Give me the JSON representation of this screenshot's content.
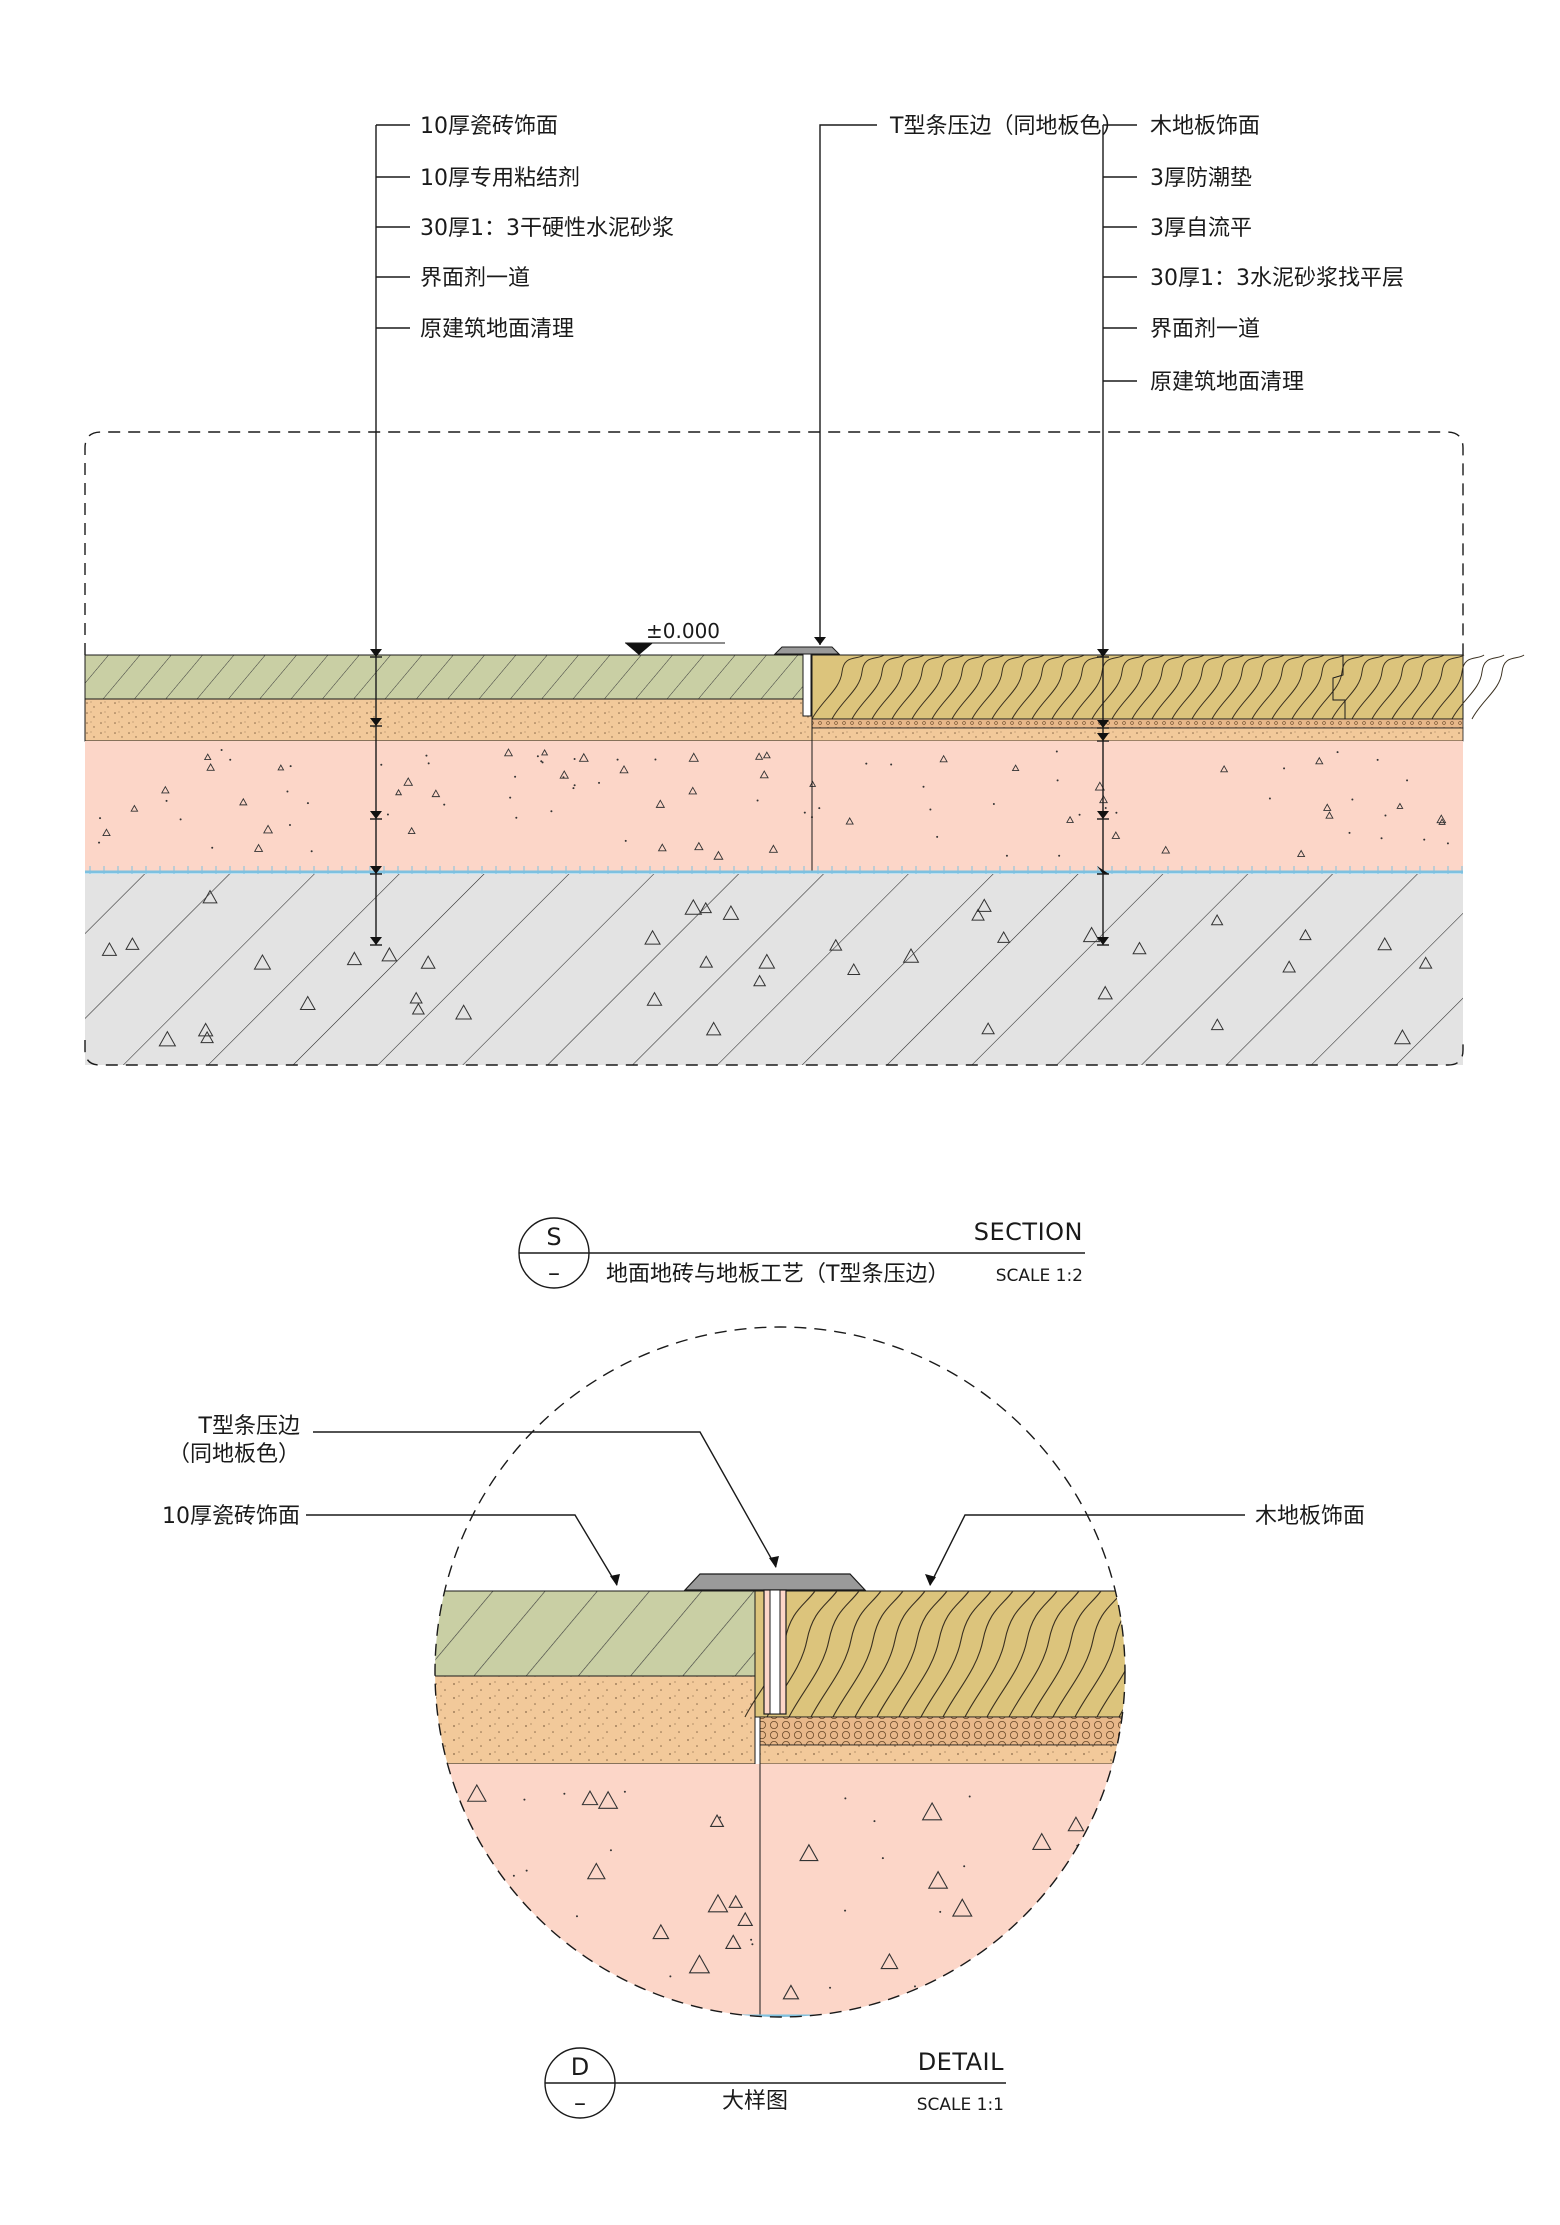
{
  "section": {
    "left_callouts": [
      "10厚瓷砖饰面",
      "10厚专用粘结剂",
      "30厚1：3干硬性水泥砂浆",
      "界面剂一道",
      "原建筑地面清理"
    ],
    "middle_callout": "T型条压边（同地板色）",
    "right_callouts": [
      "木地板饰面",
      "3厚防潮垫",
      "3厚自流平",
      "30厚1：3水泥砂浆找平层",
      "界面剂一道",
      "原建筑地面清理"
    ],
    "elevation_mark": "±0.000"
  },
  "section_tag": {
    "letter": "S",
    "sheet": "–",
    "title_en": "SECTION",
    "title_cn": "地面地砖与地板工艺（T型条压边）",
    "scale": "SCALE 1:2"
  },
  "detail": {
    "t_strip_label_line1": "T型条压边",
    "t_strip_label_line2": "（同地板色）",
    "tile_label": "10厚瓷砖饰面",
    "wood_label": "木地板饰面"
  },
  "detail_tag": {
    "letter": "D",
    "sheet": "–",
    "title_en": "DETAIL",
    "title_cn": "大样图",
    "scale": "SCALE 1:1"
  },
  "colors": {
    "tile": "#c9cfa4",
    "adhesive_mortar": "#f2c99a",
    "screed": "#fcd6c8",
    "concrete": "#e3e3e3",
    "wood": "#dcc47c",
    "underlay": "#e8b88a",
    "interface_line": "#7ec1e0"
  }
}
